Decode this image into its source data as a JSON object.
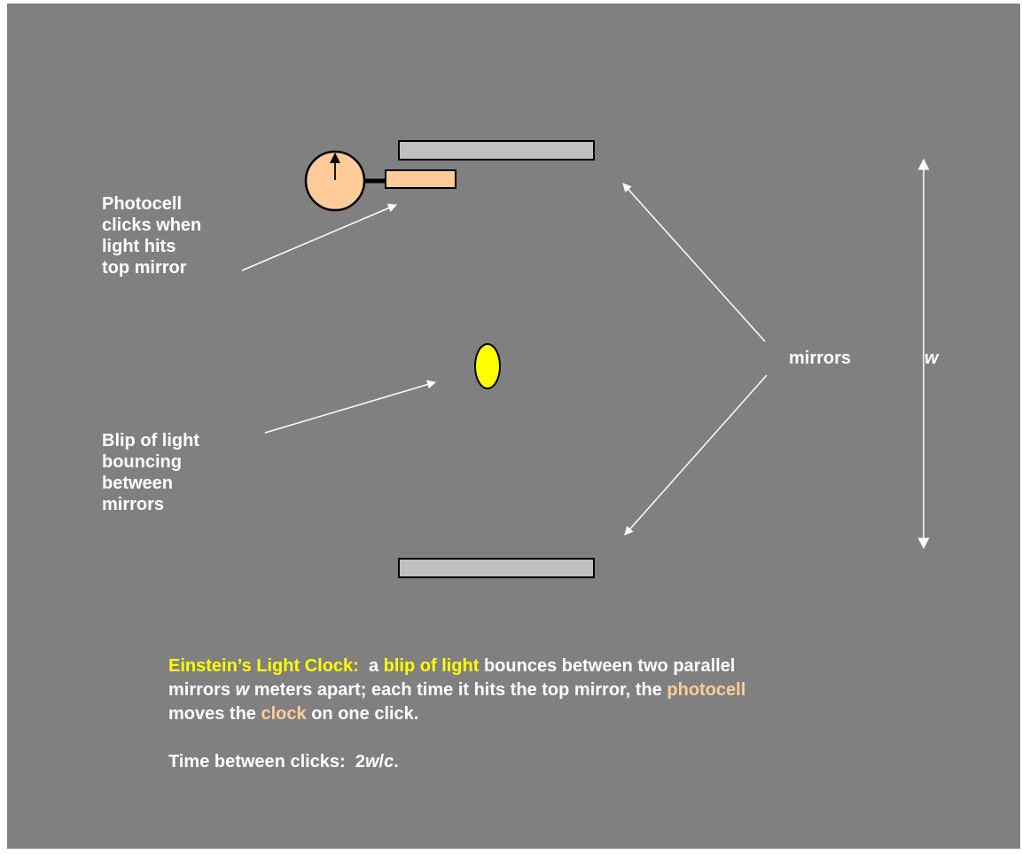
{
  "labels": {
    "photocell": "Photocell\nclicks when\nlight hits\ntop mirror",
    "blip": "Blip of light\nbouncing\nbetween\nmirrors",
    "mirrors": "mirrors",
    "w": "w"
  },
  "caption": {
    "title": "Einstein’s Light Clock:",
    "part1": "a",
    "blip_of_light": "blip of light",
    "part2": "bounces between two parallel mirrors",
    "w": "w",
    "part3": "meters apart; each time it hits the top mirror, the",
    "photocell": "photocell",
    "part4": "moves the",
    "clock": "clock",
    "part5": "on one click."
  },
  "time": {
    "prefix": "Time between clicks:",
    "two": "2",
    "w": "w",
    "slash": "/",
    "c": "c",
    "period": "."
  },
  "colors": {
    "background": "#808080",
    "text": "#ffffff",
    "highlight_yellow": "#ffff00",
    "highlight_peach": "#ffcc99",
    "mirror_fill": "#c0c0c0",
    "clock_fill": "#ffcc99",
    "blip_fill": "#ffff00"
  }
}
